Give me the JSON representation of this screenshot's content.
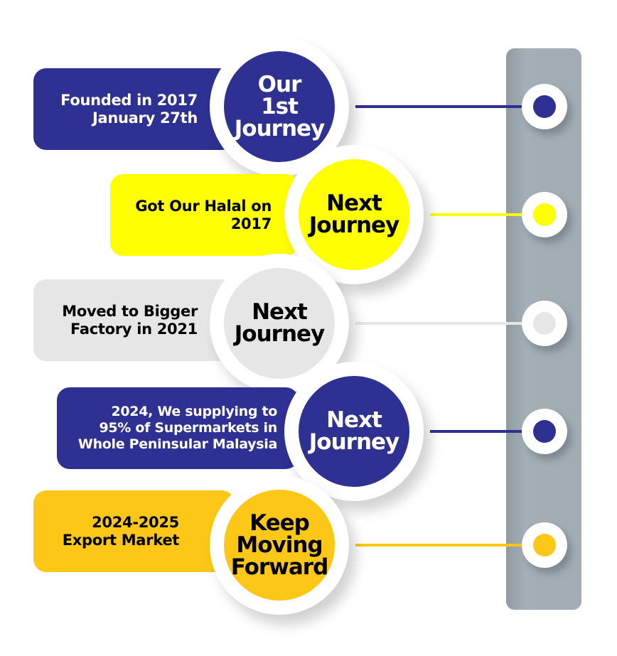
{
  "colors": {
    "navy": "#2e3192",
    "yellow": "#ffff00",
    "light_grey": "#e6e6e6",
    "gold": "#fdc718",
    "rail": "#9ea9b0",
    "white": "#ffffff",
    "black": "#000000"
  },
  "timeline": [
    {
      "pill_text": [
        "Founded in 2017",
        "January 27th"
      ],
      "badge_text": [
        "Our",
        "1st",
        "Journey"
      ],
      "fill": "#2e3192",
      "text_color": "#ffffff"
    },
    {
      "pill_text": [
        "Got Our Halal on",
        "2017"
      ],
      "badge_text": [
        "Next",
        "Journey"
      ],
      "fill": "#ffff00",
      "text_color": "#000000"
    },
    {
      "pill_text": [
        "Moved to Bigger",
        "Factory in 2021"
      ],
      "badge_text": [
        "Next",
        "Journey"
      ],
      "fill": "#e6e6e6",
      "text_color": "#000000"
    },
    {
      "pill_text": [
        "2024, We supplying to",
        "95% of Supermarkets in",
        "Whole Peninsular Malaysia"
      ],
      "badge_text": [
        "Next",
        "Journey"
      ],
      "fill": "#2e3192",
      "text_color": "#ffffff"
    },
    {
      "pill_text": [
        "2024-2025",
        "Export Market"
      ],
      "badge_text": [
        "Keep",
        "Moving",
        "Forward"
      ],
      "fill": "#fdc718",
      "text_color": "#000000"
    }
  ]
}
